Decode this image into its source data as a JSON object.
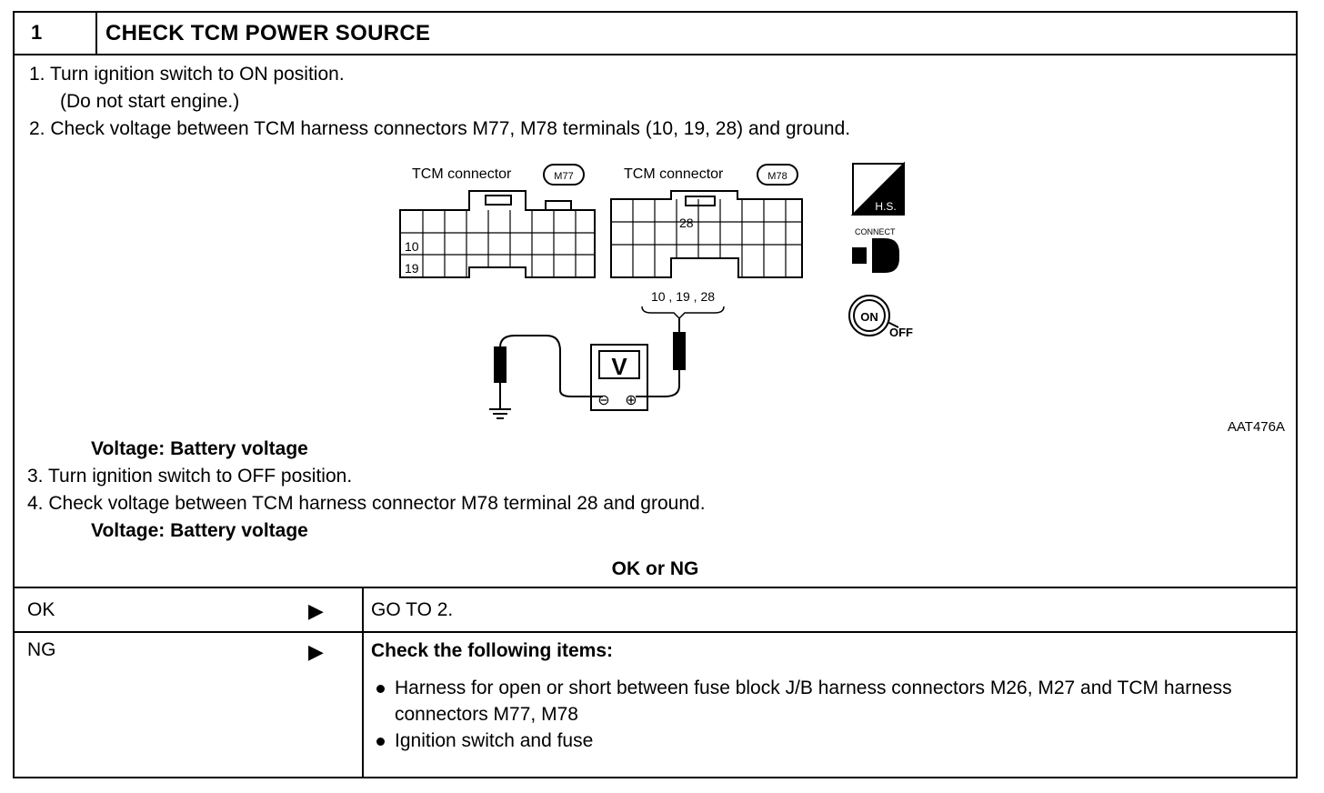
{
  "header": {
    "number": "1",
    "title": "CHECK TCM POWER SOURCE"
  },
  "steps": {
    "s1": "1.  Turn ignition switch to ON position.",
    "s1b": "(Do not start engine.)",
    "s2": "2.  Check voltage between TCM harness connectors M77, M78 terminals (10, 19, 28) and ground.",
    "v1": "Voltage: Battery voltage",
    "s3": "3.  Turn ignition switch to OFF position.",
    "s4": "4.  Check voltage between TCM harness connector M78 terminal 28 and ground.",
    "v2": "Voltage: Battery voltage"
  },
  "diagram": {
    "connector_label": "TCM connector",
    "connector_a": "M77",
    "connector_b": "M78",
    "terminal_10": "10",
    "terminal_19": "19",
    "terminal_28": "28",
    "probe_label": "10 , 19 , 28",
    "meter": "V",
    "minus": "⊖",
    "plus": "⊕",
    "hs_label": "H.S.",
    "connect_label": "CONNECT",
    "on_label": "ON",
    "off_label": "OFF",
    "figure_id": "AAT476A"
  },
  "result": {
    "heading": "OK or NG",
    "ok_label": "OK",
    "ok_action": "GO TO 2.",
    "ng_label": "NG",
    "ng_heading": "Check the following items:",
    "ng_items": [
      "Harness for open or short between fuse block J/B harness connectors M26, M27 and TCM harness connectors M77, M78",
      "Ignition switch and fuse"
    ]
  }
}
